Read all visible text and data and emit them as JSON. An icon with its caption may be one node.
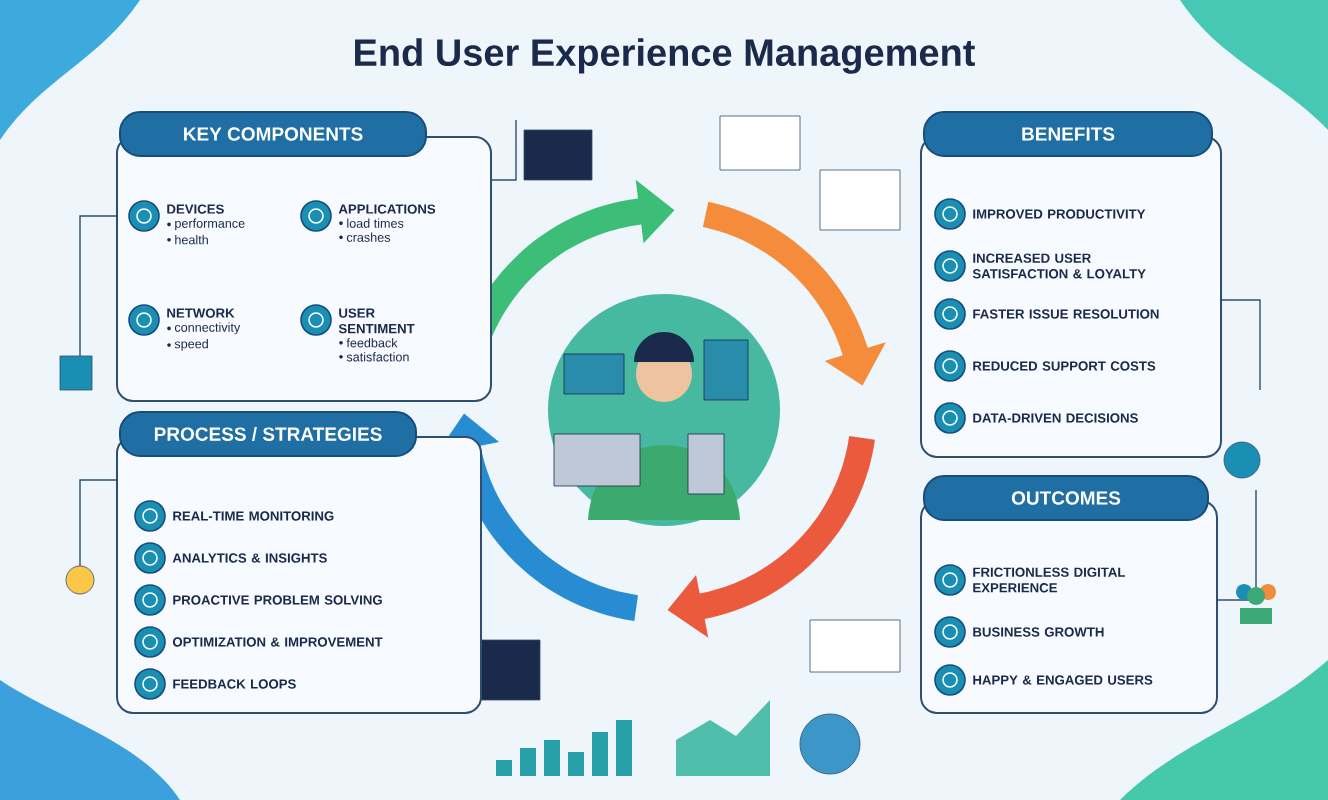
{
  "diagram": {
    "title": "End User Experience Management",
    "nodes": [
      {
        "text": [
          "KEY COMPONENTS"
        ]
      },
      {
        "text": [
          "DEVICES",
          "performance",
          "health"
        ],
        "in": 0
      },
      {
        "text": [
          "APPLICATIONS",
          "load times",
          "crashes"
        ],
        "in": 0
      },
      {
        "text": [
          "NETWORK",
          "connectivity",
          "speed"
        ],
        "in": 0
      },
      {
        "text": [
          "USER SENTIMENT",
          "feedback",
          "satisfaction"
        ],
        "in": 0
      },
      {
        "text": [
          "PROCESS / STRATEGIES"
        ]
      },
      {
        "text": [
          "REAL-TIME MONITORING"
        ],
        "in": 5
      },
      {
        "text": [
          "ANALYTICS & INSIGHTS"
        ],
        "in": 5
      },
      {
        "text": [
          "PROACTIVE PROBLEM SOLVING"
        ],
        "in": 5
      },
      {
        "text": [
          "OPTIMIZATION & IMPROVEMENT"
        ],
        "in": 5
      },
      {
        "text": [
          "FEEDBACK LOOPS"
        ],
        "in": 5
      },
      {
        "text": [
          "BENEFITS"
        ]
      },
      {
        "text": [
          "IMPROVED PRODUCTIVITY"
        ],
        "in": 11
      },
      {
        "text": [
          "INCREASED USER SATISFACTION & LOYALTY"
        ],
        "in": 11
      },
      {
        "text": [
          "FASTER ISSUE RESOLUTION"
        ],
        "in": 11
      },
      {
        "text": [
          "REDUCED SUPPORT COSTS"
        ],
        "in": 11
      },
      {
        "text": [
          "DATA-DRIVEN DECISIONS"
        ],
        "in": 11
      },
      {
        "text": [
          "OUTCOMES"
        ]
      },
      {
        "text": [
          "FRICTIONLESS DIGITAL EXPERIENCE"
        ],
        "in": 17
      },
      {
        "text": [
          "BUSINESS GROWTH"
        ],
        "in": 17
      },
      {
        "text": [
          "HAPPY & ENGAGED USERS"
        ],
        "in": 17
      }
    ]
  }
}
